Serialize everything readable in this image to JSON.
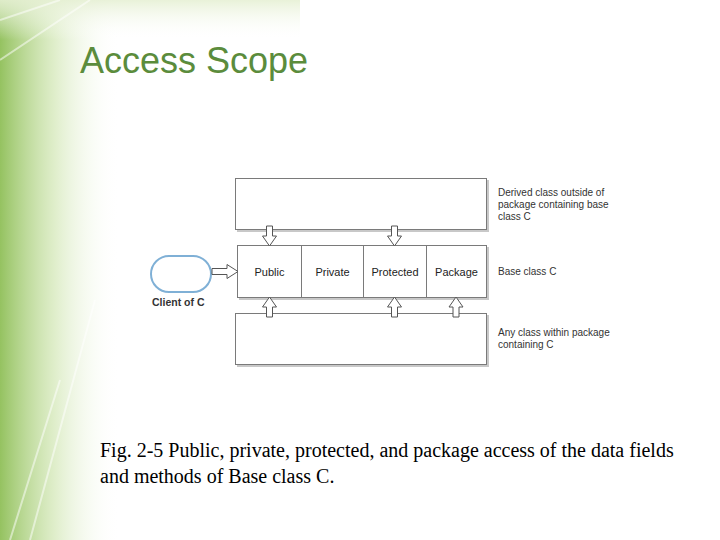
{
  "diagram": {
    "title": "Access Scope",
    "caption": "Fig. 2-5 Public, private, protected, and package access of the data fields and methods of Base class C.",
    "nodes": [
      {
        "text": [
          "Derived class outside of package containing base class C"
        ]
      },
      {
        "text": [
          "Client of C"
        ]
      },
      {
        "text": [
          "Base class C"
        ]
      },
      {
        "text": [
          "Public"
        ],
        "in": 2
      },
      {
        "text": [
          "Private"
        ],
        "in": 2
      },
      {
        "text": [
          "Protected"
        ],
        "in": 2
      },
      {
        "text": [
          "Package"
        ],
        "in": 2
      },
      {
        "text": [
          "Any class within package containing C"
        ]
      }
    ],
    "edges": [
      {
        "from": 1,
        "to": 3,
        "arrow": "to"
      },
      {
        "from": 0,
        "to": 3,
        "arrow": "to"
      },
      {
        "from": 0,
        "to": 5,
        "arrow": "to"
      },
      {
        "from": 7,
        "to": 3,
        "arrow": "to"
      },
      {
        "from": 7,
        "to": 5,
        "arrow": "to"
      },
      {
        "from": 7,
        "to": 6,
        "arrow": "to"
      }
    ]
  }
}
